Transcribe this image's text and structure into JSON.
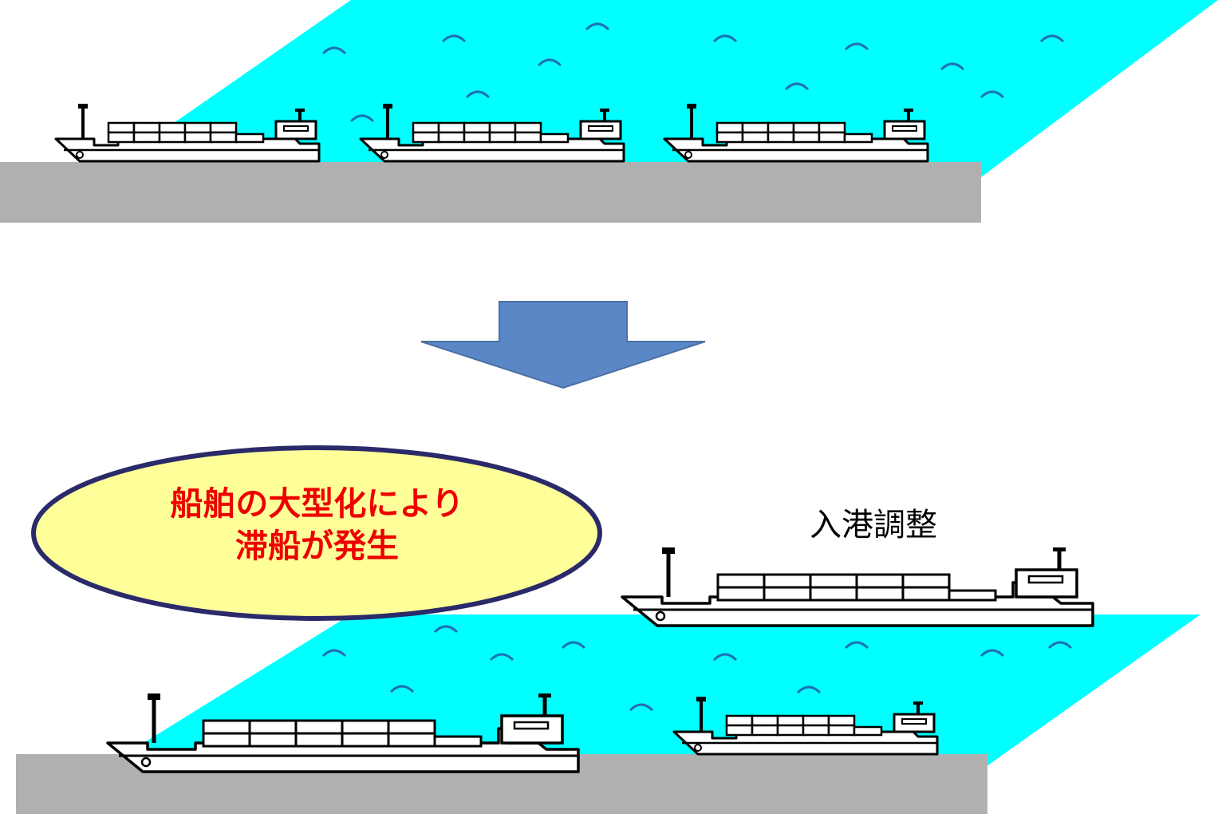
{
  "callout": {
    "line1": "船舶の大型化により",
    "line2": "滞船が発生",
    "text_color": "#ee0000",
    "fill_color": "#ffff99",
    "border_color": "#2a2a6a"
  },
  "berthing_label": "入港調整",
  "colors": {
    "water": "#00ffff",
    "wave": "#1f6fb5",
    "quay": "#b0b0b0",
    "arrow": "#5b87c7",
    "arrow_border": "#4a6fa5"
  },
  "icons": {
    "ship": "container-ship-icon",
    "arrow": "down-arrow-icon"
  }
}
